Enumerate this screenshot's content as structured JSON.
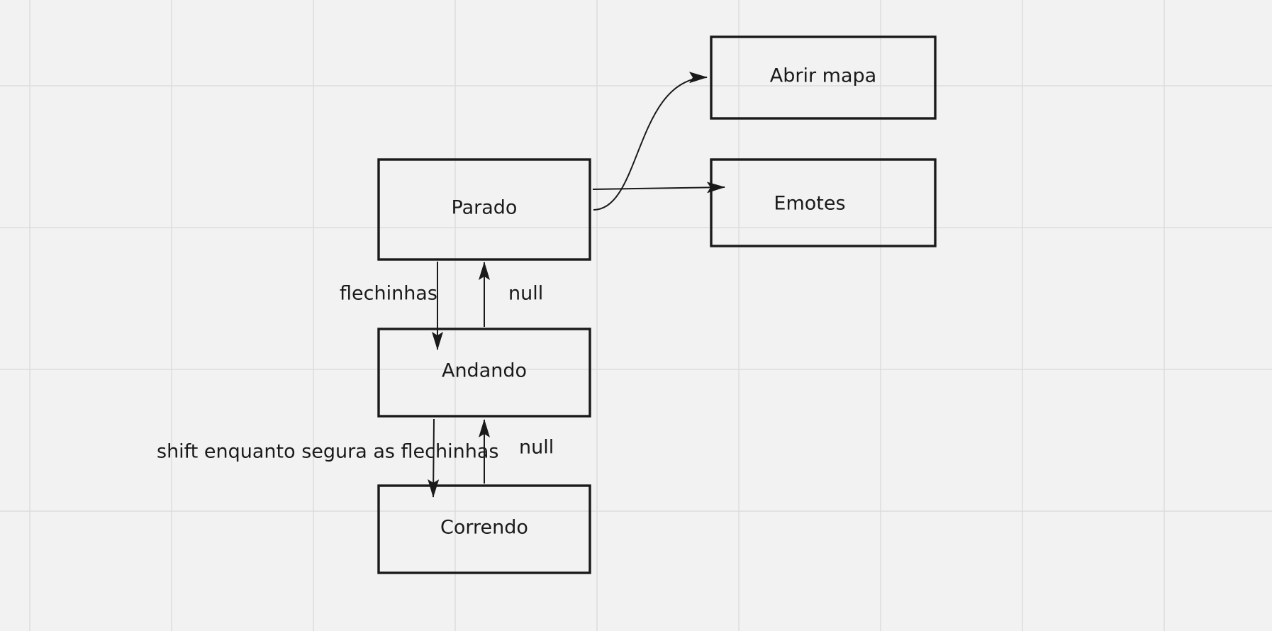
{
  "nodes": {
    "abrir_mapa": "Abrir mapa",
    "emotes": "Emotes",
    "parado": "Parado",
    "andando": "Andando",
    "correndo": "Correndo"
  },
  "edges": {
    "parado_to_andando": "flechinhas",
    "andando_to_parado": "null",
    "andando_to_correndo": "shift enquanto segura as flechinhas",
    "correndo_to_andando": "null"
  },
  "colors": {
    "background": "#f2f2f2",
    "grid": "#dcdcdc",
    "ink": "#1a1a1a"
  }
}
